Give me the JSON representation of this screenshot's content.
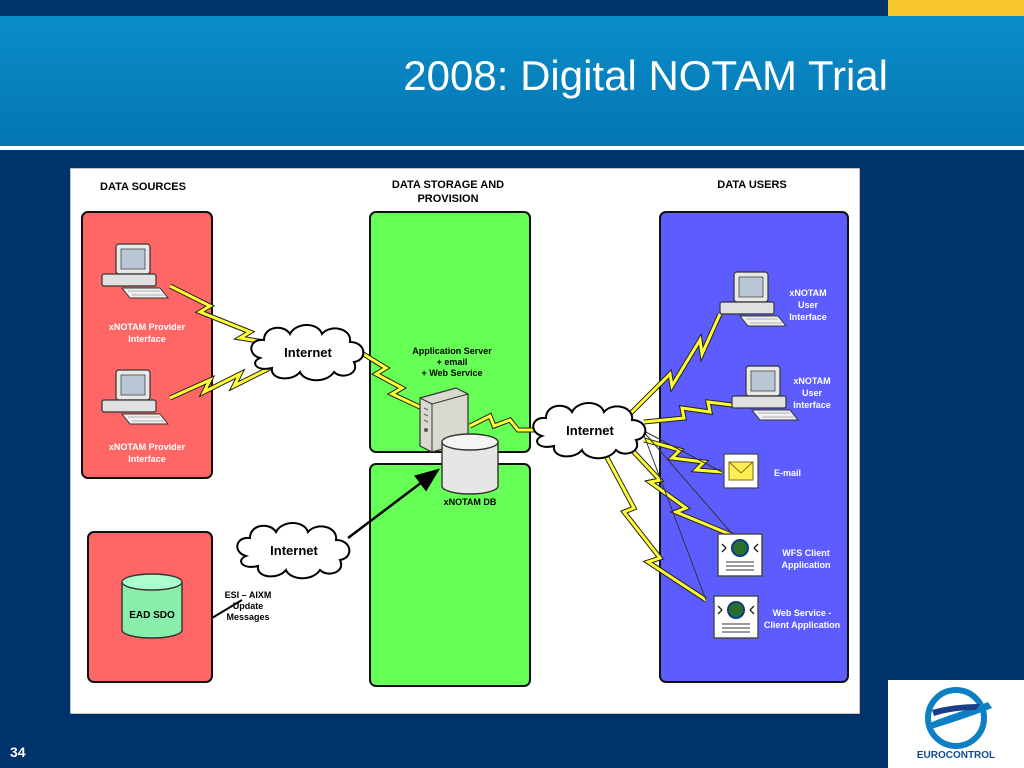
{
  "slide": {
    "title": "2008: Digital NOTAM Trial",
    "page_number": "34",
    "logo_text": "EUROCONTROL"
  },
  "diagram": {
    "columns": {
      "sources": "DATA SOURCES",
      "storage_line1": "DATA STORAGE AND",
      "storage_line2": "PROVISION",
      "users": "DATA USERS"
    },
    "provider1": {
      "line1": "xNOTAM Provider",
      "line2": "Interface"
    },
    "provider2": {
      "line1": "xNOTAM Provider",
      "line2": "Interface"
    },
    "ead": "EAD SDO",
    "internet1": "Internet",
    "internet2": "Internet",
    "internet3": "Internet",
    "app_server": {
      "line1": "Application Server",
      "line2": "+ email",
      "line3": "+ Web Service"
    },
    "db": "xNOTAM DB",
    "esi": {
      "line1": "ESI – AIXM",
      "line2": "Update",
      "line3": "Messages"
    },
    "user1": {
      "line1": "xNOTAM",
      "line2": "User",
      "line3": "Interface"
    },
    "user2": {
      "line1": "xNOTAM",
      "line2": "User",
      "line3": "Interface"
    },
    "email": "E-mail",
    "wfs": {
      "line1": "WFS Client",
      "line2": "Application"
    },
    "websvc": {
      "line1": "Web Service -",
      "line2": "Client Application"
    }
  },
  "colors": {
    "sources_panel": "#ff6666",
    "storage_panel": "#66ff55",
    "users_panel": "#5d5dff",
    "bolt": "#ffff33"
  }
}
